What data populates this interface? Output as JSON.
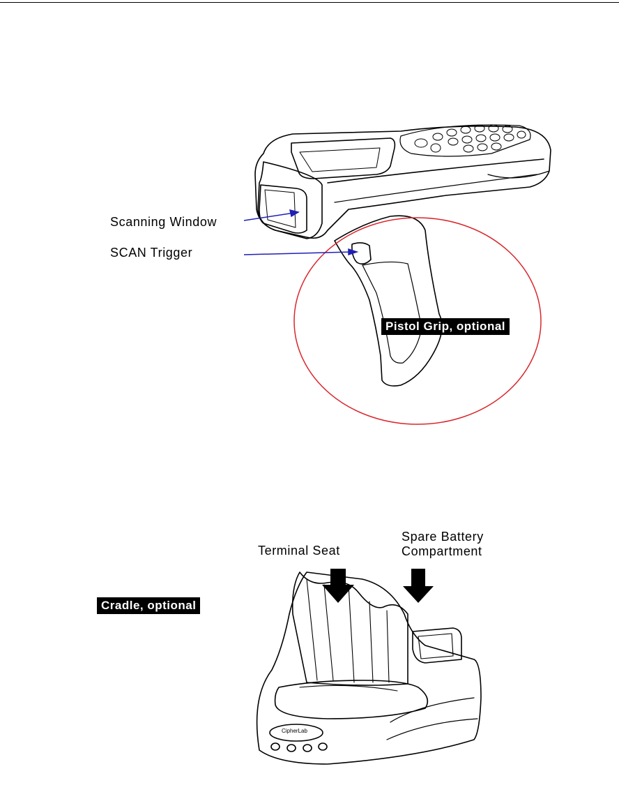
{
  "figure1": {
    "callouts": {
      "scanning_window": "Scanning Window",
      "scan_trigger": "SCAN Trigger"
    },
    "pistol_grip_tag": "Pistol Grip, optional",
    "colors": {
      "arrow": "#1f1fb8",
      "circle": "#d9262b"
    }
  },
  "figure2": {
    "terminal_seat": "Terminal Seat",
    "spare_battery_line1": "Spare Battery",
    "spare_battery_line2": "Compartment",
    "cradle_tag": "Cradle, optional",
    "logo_text": "CipherLab"
  }
}
